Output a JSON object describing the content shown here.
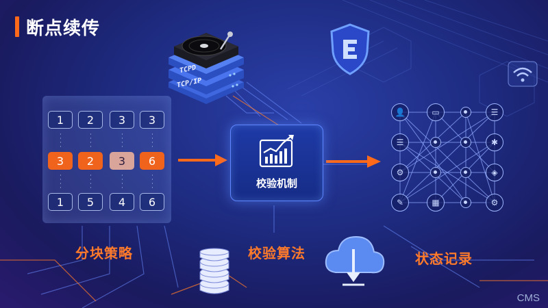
{
  "title": "断点续传",
  "colors": {
    "accent": "#ff6a1a",
    "highlight": "#f0631c",
    "pink": "#d9a49a",
    "frame": "#5f86ff"
  },
  "server": {
    "line1": "TCPD",
    "line2": "TCP/IP"
  },
  "grid": {
    "rows": [
      [
        {
          "v": "1",
          "s": "n"
        },
        {
          "v": "2",
          "s": "n"
        },
        {
          "v": "3",
          "s": "n"
        },
        {
          "v": "3",
          "s": "n"
        }
      ],
      [
        {
          "v": "3",
          "s": "h"
        },
        {
          "v": "2",
          "s": "h"
        },
        {
          "v": "3",
          "s": "p"
        },
        {
          "v": "6",
          "s": "h"
        }
      ],
      [
        {
          "v": "1",
          "s": "n"
        },
        {
          "v": "5",
          "s": "n"
        },
        {
          "v": "4",
          "s": "n"
        },
        {
          "v": "6",
          "s": "n"
        }
      ]
    ]
  },
  "verify_box": {
    "label": "校验机制",
    "icon": "bar-chart-trend-icon"
  },
  "labels": {
    "chunk": "分块策略",
    "algo": "校验算法",
    "state": "状态记录"
  },
  "icons": [
    "record-player-icon",
    "server-stack-icon",
    "shield-logo-icon",
    "wifi-icon",
    "database-icon",
    "cloud-download-icon"
  ],
  "right_nodes": [
    [
      "user-icon",
      "folder-icon",
      "dot",
      "list-icon"
    ],
    [
      "list-icon",
      "dot",
      "dot",
      "gear-icon"
    ],
    [
      "settings-icon",
      "dot",
      "dot",
      "box-icon"
    ],
    [
      "user-edit-icon",
      "calendar-icon",
      "dot",
      "cog-icon"
    ]
  ],
  "watermark": "CMS"
}
